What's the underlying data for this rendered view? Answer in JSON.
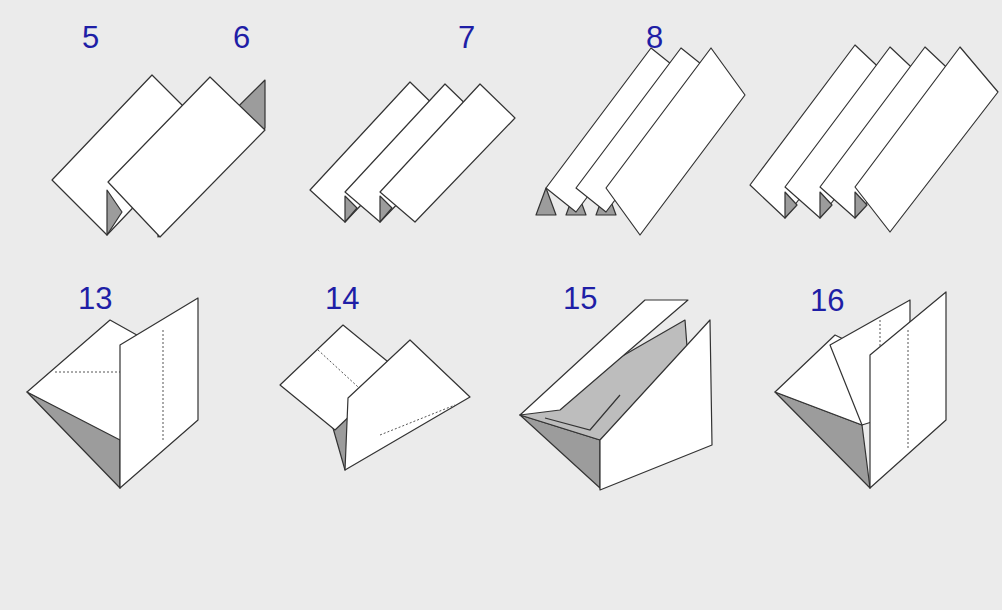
{
  "diagram": {
    "labels": [
      "5",
      "6",
      "7",
      "8",
      "13",
      "14",
      "15",
      "16"
    ]
  }
}
